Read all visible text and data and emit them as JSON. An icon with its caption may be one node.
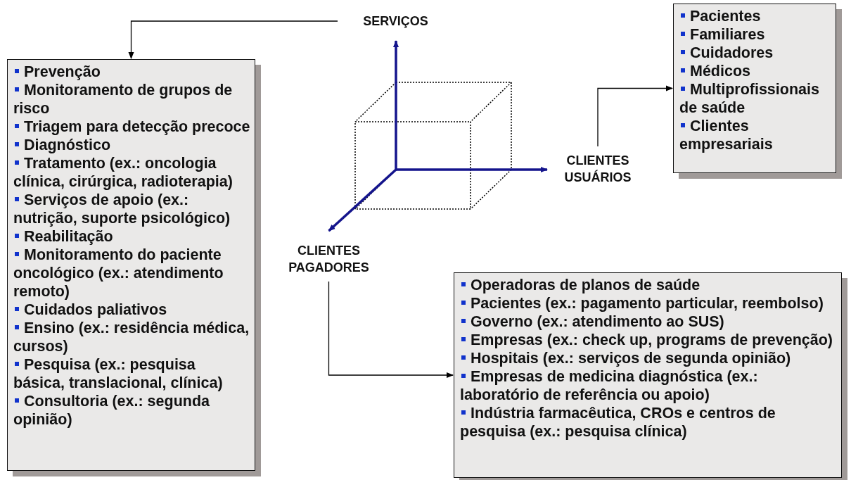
{
  "diagram": {
    "nodes": [
      {
        "text": [
          "SERVIÇOS"
        ]
      },
      {
        "text": [
          "Prevenção",
          "Monitoramento de grupos de risco",
          "Triagem para detecção precoce",
          "Diagnóstico",
          "Tratamento (ex.: oncologia clínica, cirúrgica, radioterapia)",
          "Serviços de apoio (ex.: nutrição, suporte psicológico)",
          "Reabilitação",
          "Monitoramento do paciente oncológico (ex.: atendimento remoto)",
          "Cuidados paliativos",
          "Ensino (ex.: residência médica, cursos)",
          "Pesquisa (ex.: pesquisa básica, translacional, clínica)",
          "Consultoria (ex.: segunda opinião)"
        ]
      },
      {
        "text": [
          "CLIENTES USUÁRIOS"
        ]
      },
      {
        "text": [
          "Pacientes",
          "Familiares",
          "Cuidadores",
          "Médicos",
          "Multiprofissionais de saúde",
          "Clientes empresariais"
        ]
      },
      {
        "text": [
          "CLIENTES PAGADORES"
        ]
      },
      {
        "text": [],
        "shape": "cube"
      },
      {
        "text": [
          "Operadoras de planos de saúde",
          "Pacientes (ex.: pagamento particular, reembolso)",
          "Governo (ex.: atendimento ao SUS)",
          "Empresas (ex.: check up, programs de prevenção)",
          "Hospitais (ex.: serviços  de segunda opinião)",
          "Empresas de medicina diagnóstica (ex.: laboratório de referência ou apoio)",
          "Indústria farmacêutica, CROs e centros de pesquisa (ex.: pesquisa clínica)"
        ]
      }
    ],
    "edges": [
      {
        "from": 0,
        "to": 1,
        "arrow": "to"
      },
      {
        "from": 2,
        "to": 3,
        "arrow": "to"
      },
      {
        "from": 4,
        "to": 6,
        "arrow": "to"
      },
      {
        "from": 5,
        "to": 0,
        "arrow": "to",
        "style": "thick",
        "color": "#14148c"
      },
      {
        "from": 5,
        "to": 2,
        "arrow": "to",
        "style": "thick",
        "color": "#14148c"
      },
      {
        "from": 5,
        "to": 4,
        "arrow": "to",
        "style": "thick",
        "color": "#14148c"
      }
    ]
  }
}
